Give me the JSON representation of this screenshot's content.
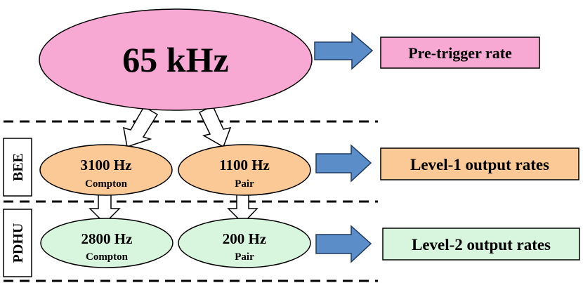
{
  "pretrigger": {
    "rate": "65 kHz",
    "label": "Pre-trigger rate"
  },
  "level1": {
    "group_label": "BEE",
    "output_label": "Level-1 output rates",
    "compton": {
      "rate": "3100 Hz",
      "mode": "Compton"
    },
    "pair": {
      "rate": "1100 Hz",
      "mode": "Pair"
    }
  },
  "level2": {
    "group_label": "PDHU",
    "output_label": "Level-2 output rates",
    "compton": {
      "rate": "2800 Hz",
      "mode": "Compton"
    },
    "pair": {
      "rate": "200 Hz",
      "mode": "Pair"
    }
  },
  "colors": {
    "pretrigger": "#F7A8D3",
    "level1": "#FAC995",
    "level2": "#D8F5DE",
    "arrow_blue": "#5B8DC8"
  }
}
